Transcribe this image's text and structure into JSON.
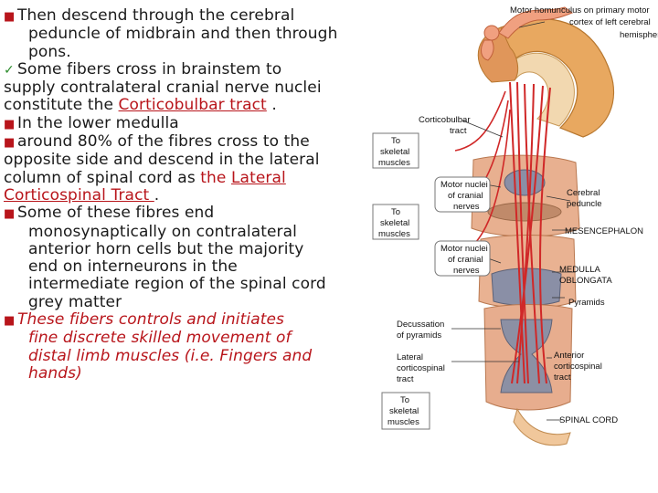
{
  "text": {
    "l1": "Then descend through the cerebral",
    "l2": "peduncle of midbrain and then through",
    "l3": "pons.",
    "l4": "Some fibers cross in brainstem to",
    "l5": "supply contralateral cranial nerve nuclei",
    "l6a": "constitute the ",
    "l6b": "Corticobulbar tract",
    "l6c": " .",
    "l7": "In the lower  medulla",
    "l8": "around 80% of the fibres cross to the",
    "l9": "opposite side and descend in the lateral",
    "l10a": "column of spinal cord as ",
    "l10b": "the ",
    "l10c": "Lateral",
    "l11a": "Corticospinal Tract ",
    "l11b": ".",
    "l12": "Some of these fibres end",
    "l13": "monosynaptically on contralateral",
    "l14": "anterior horn cells but the majority",
    "l15": "end on interneurons in the",
    "l16": "intermediate region of the spinal cord",
    "l17": "grey matter",
    "l18": "These fibers controls and initiates",
    "l19": "fine discrete skilled movement of",
    "l20": "distal limb muscles (i.e. Fingers and",
    "l21": "hands)"
  },
  "figure": {
    "homunculus_1": "Motor homunculus on primary motor",
    "homunculus_2": "cortex of left cerebral",
    "homunculus_3": "hemisphere",
    "corticobulbar_1": "Corticobulbar",
    "corticobulbar_2": "tract",
    "to_skeletal_1": "To",
    "to_skeletal_2": "skeletal",
    "to_skeletal_3": "muscles",
    "motor_nuclei_1": "Motor nuclei",
    "motor_nuclei_2": "of cranial",
    "motor_nuclei_3": "nerves",
    "cerebral_1": "Cerebral",
    "cerebral_2": "peduncle",
    "mesencephalon": "MESENCEPHALON",
    "medulla_1": "MEDULLA",
    "medulla_2": "OBLONGATA",
    "pyramids": "Pyramids",
    "decussation_1": "Decussation",
    "decussation_2": "of pyramids",
    "lateral_1": "Lateral",
    "lateral_2": "corticospinal",
    "lateral_3": "tract",
    "anterior_1": "Anterior",
    "anterior_2": "corticospinal",
    "anterior_3": "tract",
    "spinal_cord": "SPINAL CORD"
  }
}
